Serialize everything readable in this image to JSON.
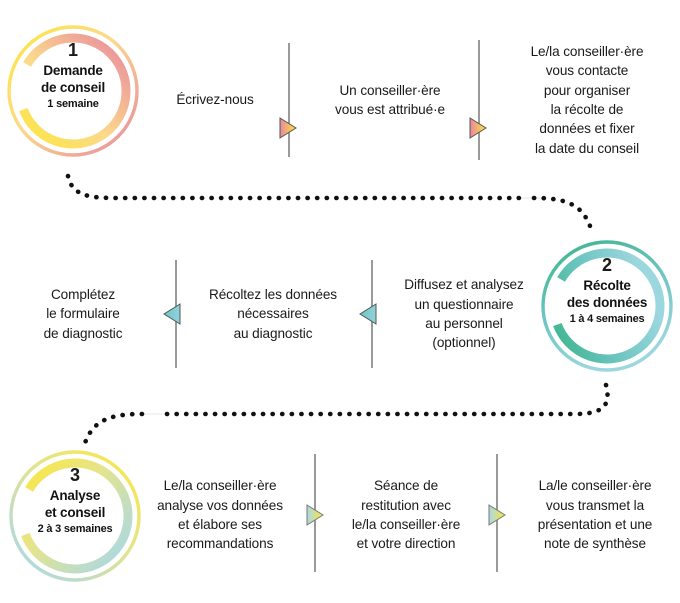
{
  "steps": [
    {
      "number": "1",
      "title_line1": "Demande",
      "title_line2": "de conseil",
      "duration": "1 semaine",
      "gradient_from": "#FCE73C",
      "gradient_to": "#E8879F"
    },
    {
      "number": "2",
      "title_line1": "Récolte",
      "title_line2": "des données",
      "duration": "1 à 4 semaines",
      "gradient_from": "#3CB38A",
      "gradient_to": "#8FD3DC"
    },
    {
      "number": "3",
      "title_line1": "Analyse",
      "title_line2": "et conseil",
      "duration": "2 à 3 semaines",
      "gradient_from": "#FCE73C",
      "gradient_to": "#A9D8E8"
    }
  ],
  "row1": {
    "cell_a": "Écrivez-nous",
    "cell_b": "Un conseiller·ère\nvous est attribué·e",
    "cell_c": "Le/la conseiller·ère\nvous contacte\npour organiser\nla récolte de\ndonnées et fixer\nla date du conseil",
    "arrow_direction": "right",
    "arrow_from": "#E8879F",
    "arrow_to": "#FCE73C"
  },
  "row2": {
    "cell_a": "Complétez\nle formulaire\nde diagnostic",
    "cell_b": "Récoltez les données\nnécessaires\nau diagnostic",
    "cell_c": "Diffusez et analysez\nun questionnaire\nau personnel\n(optionnel)",
    "arrow_direction": "left",
    "arrow_from": "#8FD3DC",
    "arrow_to": "#6FC4C4"
  },
  "row3": {
    "cell_a": "Le/la conseiller·ère\nanalyse vos données\net élabore ses\nrecommandations",
    "cell_b": "Séance de\nrestitution avec\nle/la conseiller·ère\net votre direction",
    "cell_c": "La/le conseiller·ère\nvous transmet la\nprésentation et une\nnote de synthèse",
    "arrow_direction": "right",
    "arrow_from": "#A9D8E8",
    "arrow_to": "#FCE73C"
  },
  "connectors": [
    {
      "name": "connector-step1-to-step2",
      "direction": "right",
      "color": "#111111"
    },
    {
      "name": "connector-step2-to-step3",
      "direction": "left",
      "color": "#111111"
    }
  ],
  "colors": {
    "divider": "#9a9a9a",
    "text": "#1a1a1a",
    "background": "#ffffff"
  }
}
